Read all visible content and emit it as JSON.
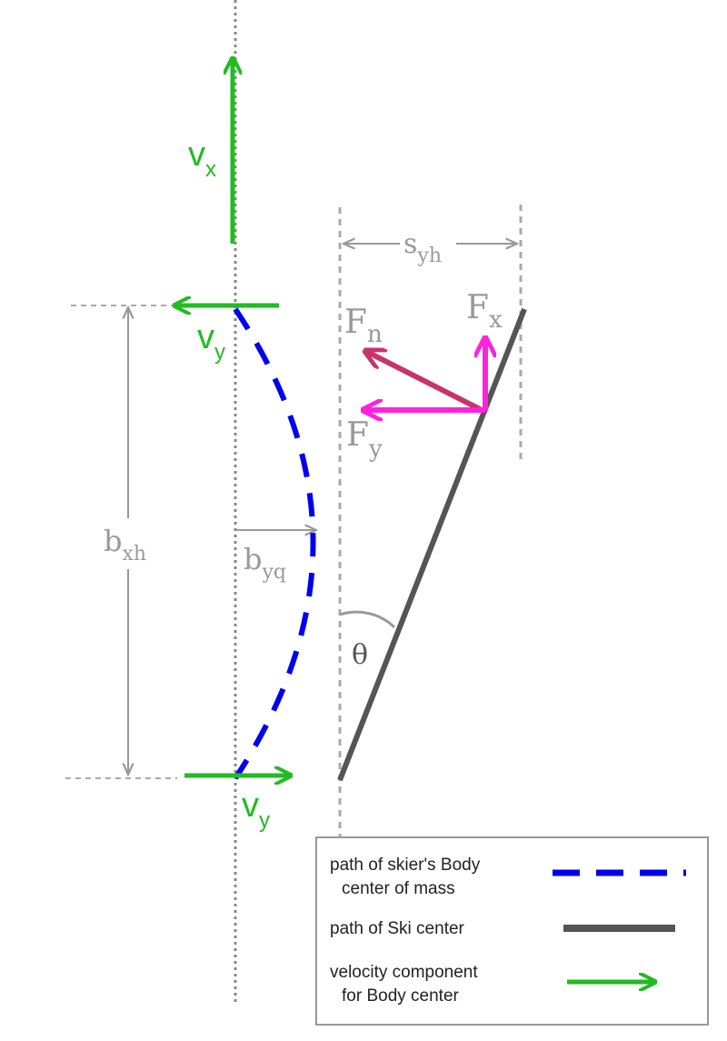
{
  "labels": {
    "vx": {
      "main": "v",
      "sub": "x"
    },
    "vy_top": {
      "main": "v",
      "sub": "y"
    },
    "vy_bottom": {
      "main": "v",
      "sub": "y"
    },
    "syh": {
      "main": "s",
      "sub": "yh"
    },
    "fn": {
      "main": "F",
      "sub": "n"
    },
    "fx": {
      "main": "F",
      "sub": "x"
    },
    "fy": {
      "main": "F",
      "sub": "y"
    },
    "bxh": {
      "main": "b",
      "sub": "xh"
    },
    "byq": {
      "main": "b",
      "sub": "yq"
    },
    "theta": "θ"
  },
  "legend": {
    "items": [
      {
        "line1": "path of skier's Body",
        "line2": "center of mass",
        "marker": "dashed-blue-line"
      },
      {
        "line1": "path of Ski center",
        "line2": "",
        "marker": "solid-gray-line"
      },
      {
        "line1": "velocity component",
        "line2": "for Body center",
        "marker": "green-arrow"
      }
    ]
  },
  "colors": {
    "velocity": "#22bb22",
    "body_path": "#0000ee",
    "ski_path": "#555555",
    "normal_force": "#c8336a",
    "force_components": "#ff22dd",
    "dimension": "#999999",
    "guide": "#aaaaaa"
  }
}
